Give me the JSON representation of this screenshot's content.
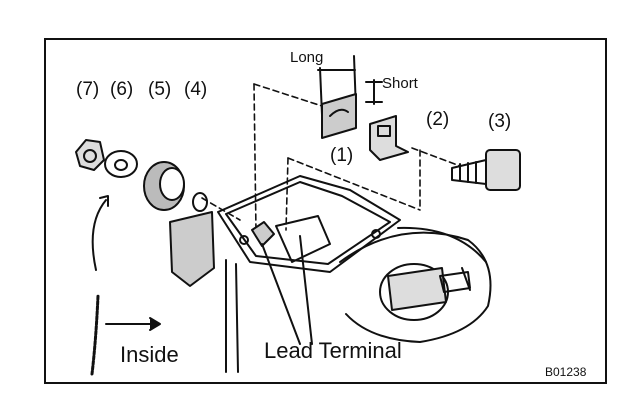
{
  "diagram": {
    "part_labels": [
      "(7)",
      "(6)",
      "(5)",
      "(4)",
      "(1)",
      "(2)",
      "(3)"
    ],
    "dimension_labels": {
      "long": "Long",
      "short": "Short"
    },
    "callouts": {
      "lead_terminal": "Lead Terminal",
      "inside": "Inside"
    },
    "figure_code": "B01238"
  }
}
